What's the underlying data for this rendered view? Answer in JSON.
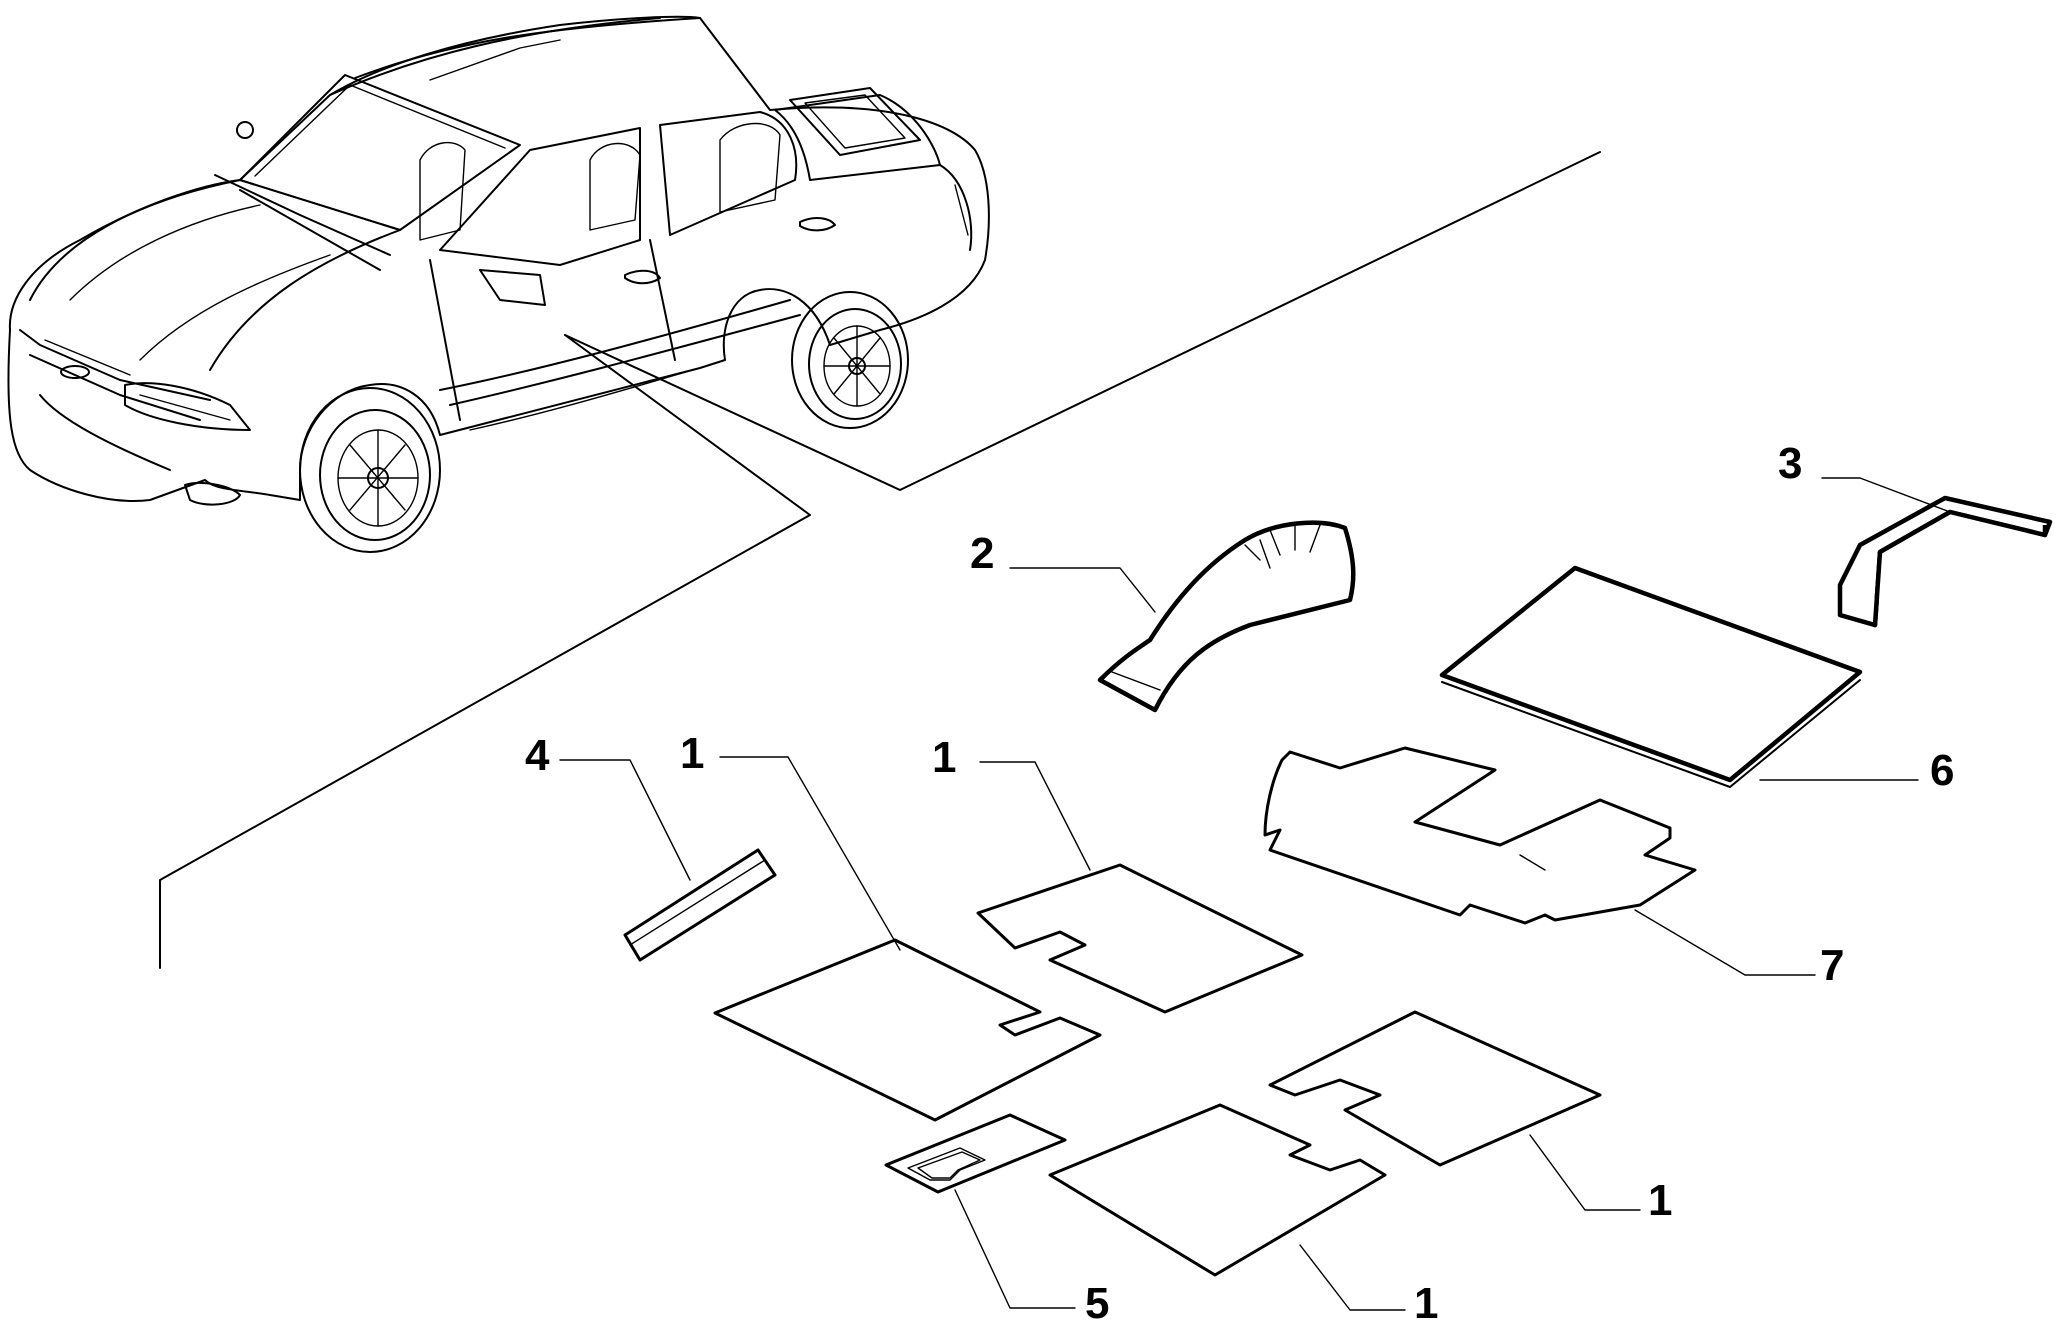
{
  "diagram": {
    "background_color": "#ffffff",
    "line_color": "#000000",
    "vehicle": "car-icon",
    "callouts": [
      {
        "id": "c1a",
        "label": "1"
      },
      {
        "id": "c1b",
        "label": "1"
      },
      {
        "id": "c1c",
        "label": "1"
      },
      {
        "id": "c1d",
        "label": "1"
      },
      {
        "id": "c2",
        "label": "2"
      },
      {
        "id": "c3",
        "label": "3"
      },
      {
        "id": "c4",
        "label": "4"
      },
      {
        "id": "c5",
        "label": "5"
      },
      {
        "id": "c6",
        "label": "6"
      },
      {
        "id": "c7",
        "label": "7"
      }
    ]
  }
}
